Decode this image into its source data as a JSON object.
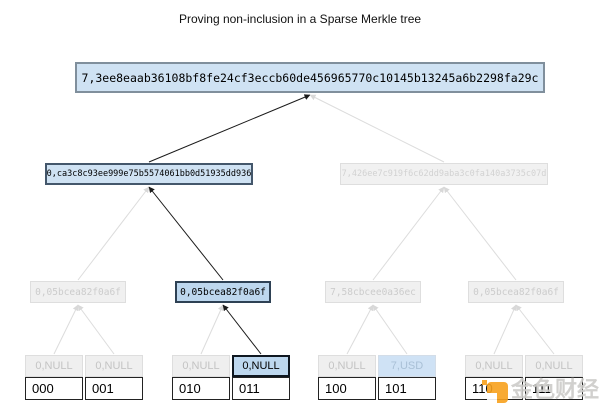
{
  "title": "Proving non-inclusion in a Sparse Merkle tree",
  "nodes": {
    "root": "7,3ee8eaab36108bf8fe24cf3eccb60de456965770c10145b13245a6b2298fa29c",
    "level2_left": "0,ca3c8c93ee999e75b5574061bb0d51935dd936",
    "level2_right": "7,426ee7c919f6c62dd9aba3c0fa140a3735c07d",
    "level3": [
      "0,05bcea82f0a6f",
      "0,05bcea82f0a6f",
      "7,58cbcee0a36ec",
      "0,05bcea82f0a6f"
    ],
    "level4": [
      "0,NULL",
      "0,NULL",
      "0,NULL",
      "0,NULL",
      "0,NULL",
      "7,USD",
      "0,NULL",
      "0,NULL"
    ],
    "leaves": [
      "000",
      "001",
      "010",
      "011",
      "100",
      "101",
      "110",
      "111"
    ]
  },
  "proof_path_leaf": "011",
  "colors": {
    "root_fill": "#cfe2f3",
    "highlight_fill": "#bdd7ee",
    "faded_fill": "#f0f0f0",
    "path_edge": "#1a1a1a",
    "faded_edge": "#dcdcdc",
    "watermark_orange": "#f8a11d"
  },
  "watermark": {
    "icon": "jinse-caijing-logo",
    "text": "金色财经"
  }
}
